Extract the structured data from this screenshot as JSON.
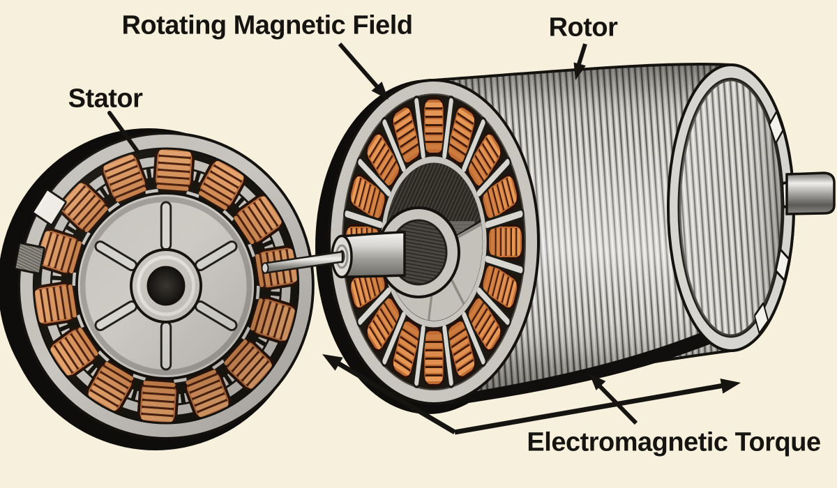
{
  "labels": {
    "rotating_magnetic_field": "Rotating Magnetic Field",
    "rotor": "Rotor",
    "stator": "Stator",
    "electromagnetic_torque": "Electromagnetic Torque"
  },
  "colors": {
    "background": "#f6f0dd",
    "label_text": "#161410",
    "copper": "#c0703a",
    "copper_highlight": "#e79a5c",
    "copper_shadow": "#431d08",
    "steel_light": "#d8d6d1",
    "steel": "#c9c6c0",
    "steel_dark": "#8f8c86",
    "outline": "#15130f",
    "shadow_black": "#0e0d0b"
  }
}
